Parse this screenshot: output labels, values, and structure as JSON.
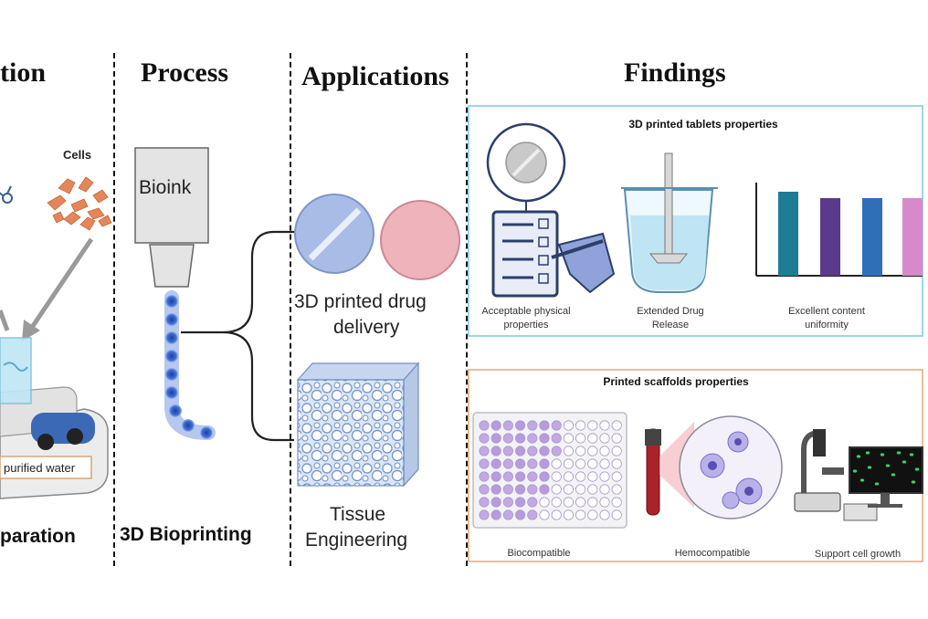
{
  "headers": {
    "left_partial": "tion",
    "process": "Process",
    "applications": "Applications",
    "findings": "Findings"
  },
  "left_panel": {
    "cells_label": "Cells",
    "water_label": "purified water",
    "bottom_label": "paration"
  },
  "process_panel": {
    "bioink_label": "Bioink",
    "bottom_label": "3D Bioprinting"
  },
  "applications_panel": {
    "drug_label_line1": "3D printed drug",
    "drug_label_line2": "delivery",
    "tissue_label_line1": "Tissue",
    "tissue_label_line2": "Engineering"
  },
  "findings_panel": {
    "tablets_box": {
      "title": "3D printed tablets properties",
      "item1_line1": "Acceptable physical",
      "item1_line2": "properties",
      "item2_line1": "Extended Drug",
      "item2_line2": "Release",
      "item3_line1": "Excellent content",
      "item3_line2": "uniformity"
    },
    "scaffold_box": {
      "title": "Printed scaffolds properties",
      "item1": "Biocompatible",
      "item2": "Hemocompatible",
      "item3": "Support cell growth"
    }
  },
  "colors": {
    "tablets_border": "#7ec8dc",
    "scaffold_border": "#e3a77c",
    "tablet_blue": "#a9bce6",
    "tablet_pink": "#efb3bc",
    "bar_colors": [
      "#1e7c94",
      "#5a3a8c",
      "#2f6fb8",
      "#d889cc"
    ]
  },
  "icons": [
    "beaker-hotplate-icon",
    "cells-icon",
    "molecule-icon",
    "bioprinter-nozzle-icon",
    "tablet-icon",
    "scaffold-icon",
    "checklist-icon",
    "dissolution-beaker-icon",
    "bar-chart-icon",
    "well-plate-icon",
    "blood-tube-icon",
    "blood-cells-icon",
    "microscope-icon",
    "monitor-icon"
  ]
}
